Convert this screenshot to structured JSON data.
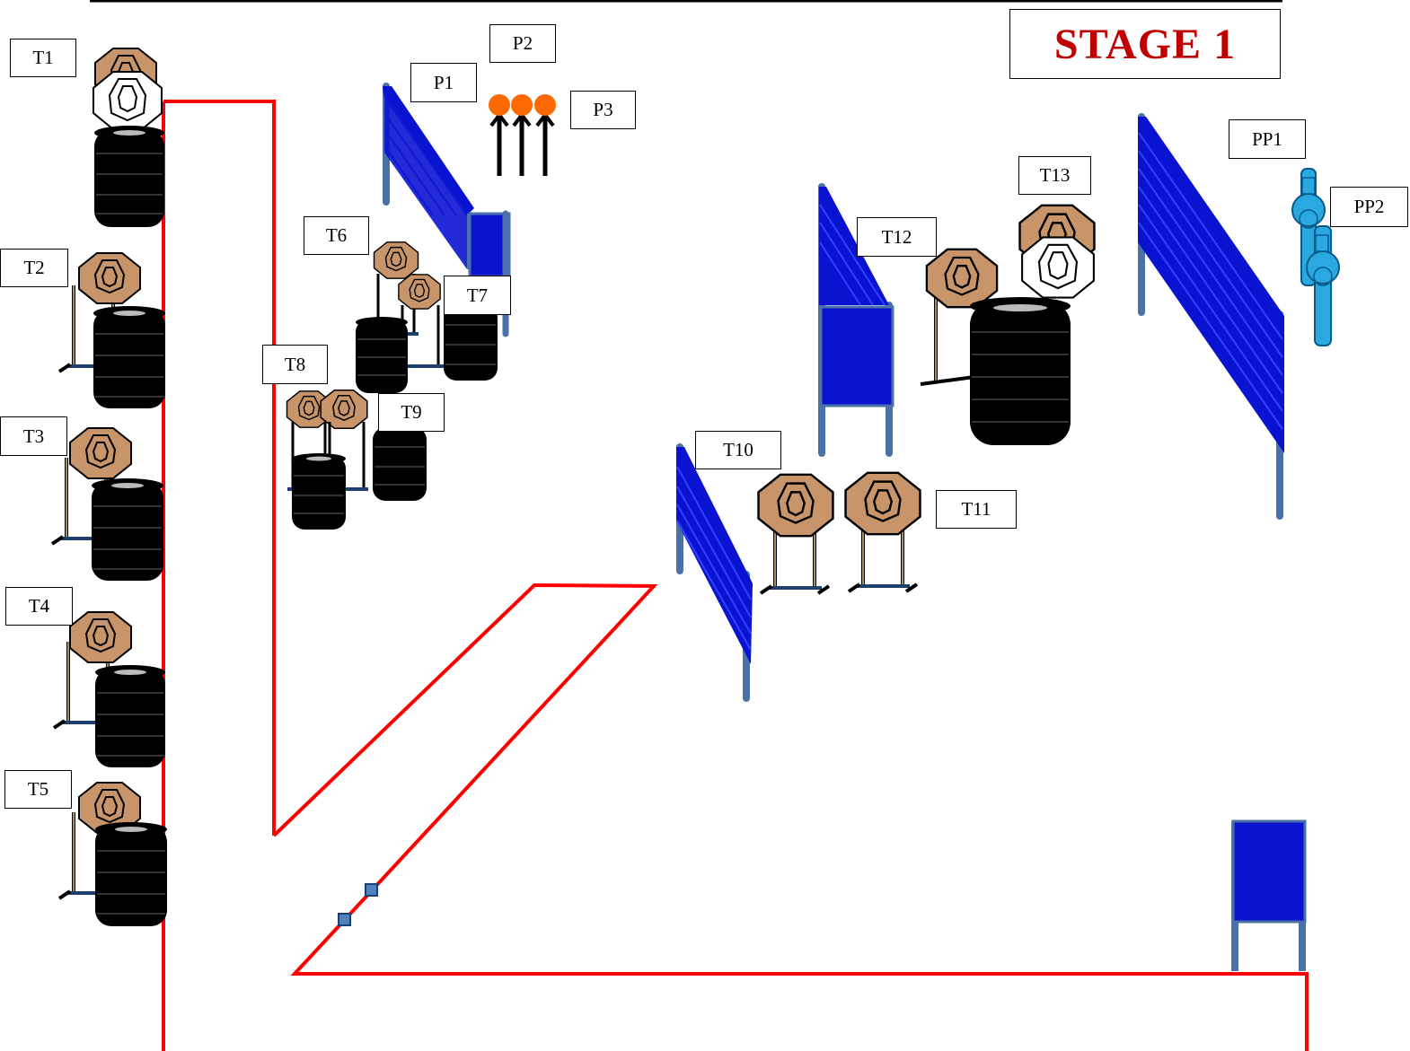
{
  "title": "STAGE  1",
  "colors": {
    "fault_line": "#ff0000",
    "paper_target": "#c8956a",
    "no_shoot_target": "#ffffff",
    "popper": "#29a9e0",
    "plate": "#ff6a00",
    "wall": "#0a14d0",
    "post": "#4a72a8",
    "barrel": "#000000"
  },
  "labels": {
    "t1": "T1",
    "t2": "T2",
    "t3": "T3",
    "t4": "T4",
    "t5": "T5",
    "t6": "T6",
    "t7": "T7",
    "t8": "T8",
    "t9": "T9",
    "t10": "T10",
    "t11": "T11",
    "t12": "T12",
    "t13": "T13",
    "p1": "P1",
    "p2": "P2",
    "p3": "P3",
    "pp1": "PP1",
    "pp2": "PP2"
  }
}
